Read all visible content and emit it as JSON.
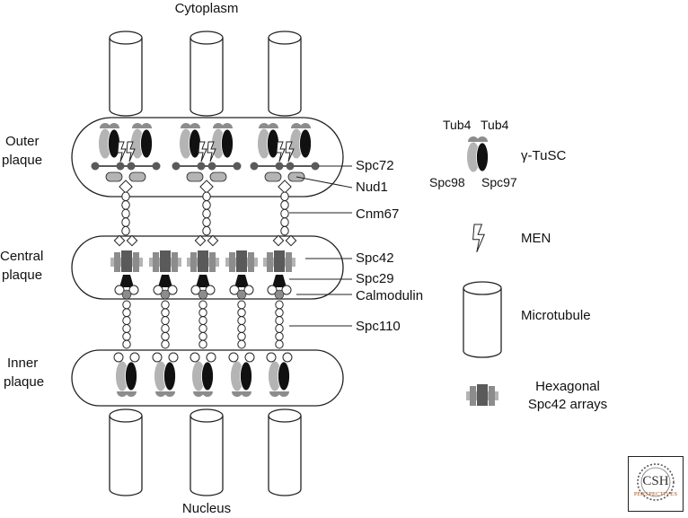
{
  "diagram": {
    "regions": {
      "top": "Cytoplasm",
      "bottom": "Nucleus"
    },
    "plaques": {
      "outer": [
        "Outer",
        "plaque"
      ],
      "central": [
        "Central",
        "plaque"
      ],
      "inner": [
        "Inner",
        "plaque"
      ]
    },
    "callouts": {
      "spc72": "Spc72",
      "nud1": "Nud1",
      "cnm67": "Cnm67",
      "spc42": "Spc42",
      "spc29": "Spc29",
      "calmodulin": "Calmodulin",
      "spc110": "Spc110"
    },
    "legend": {
      "tusc": {
        "tub4_left": "Tub4",
        "tub4_right": "Tub4",
        "spc98": "Spc98",
        "spc97": "Spc97",
        "name": "γ-TuSC"
      },
      "men": "MEN",
      "microtubule": "Microtubule",
      "arrays": [
        "Hexagonal",
        "Spc42 arrays"
      ]
    },
    "colors": {
      "stroke": "#222222",
      "light_gray": "#b4b4b4",
      "mid_gray": "#8c8c8c",
      "dark_gray": "#5a5a5a",
      "black": "#111111",
      "logo_accent": "#a0521a"
    },
    "icons": {
      "men_symbol": "lightning-bolt-icon",
      "microtubule_symbol": "cylinder-icon",
      "logo": "csh-perspectives-logo"
    }
  },
  "logo": {
    "main": "CSH",
    "sub": "PERSPECTIVES"
  }
}
